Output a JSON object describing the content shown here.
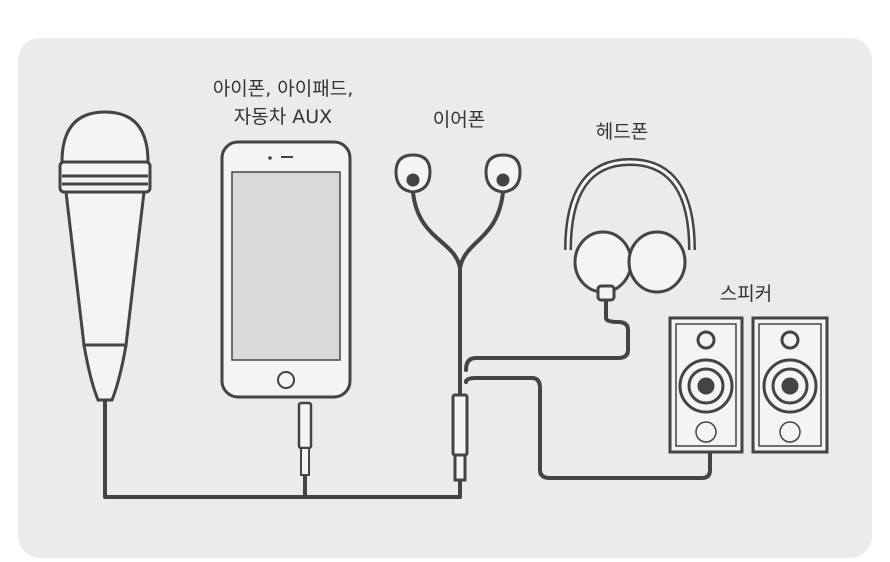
{
  "labels": {
    "phone_line1": "아이폰, 아이패드,",
    "phone_line2": "자동차 AUX",
    "earphones": "이어폰",
    "headphones": "헤드폰",
    "speakers": "스피커"
  },
  "colors": {
    "panel": "#ebebeb",
    "line": "#444444",
    "screen": "#d9d9d9"
  }
}
